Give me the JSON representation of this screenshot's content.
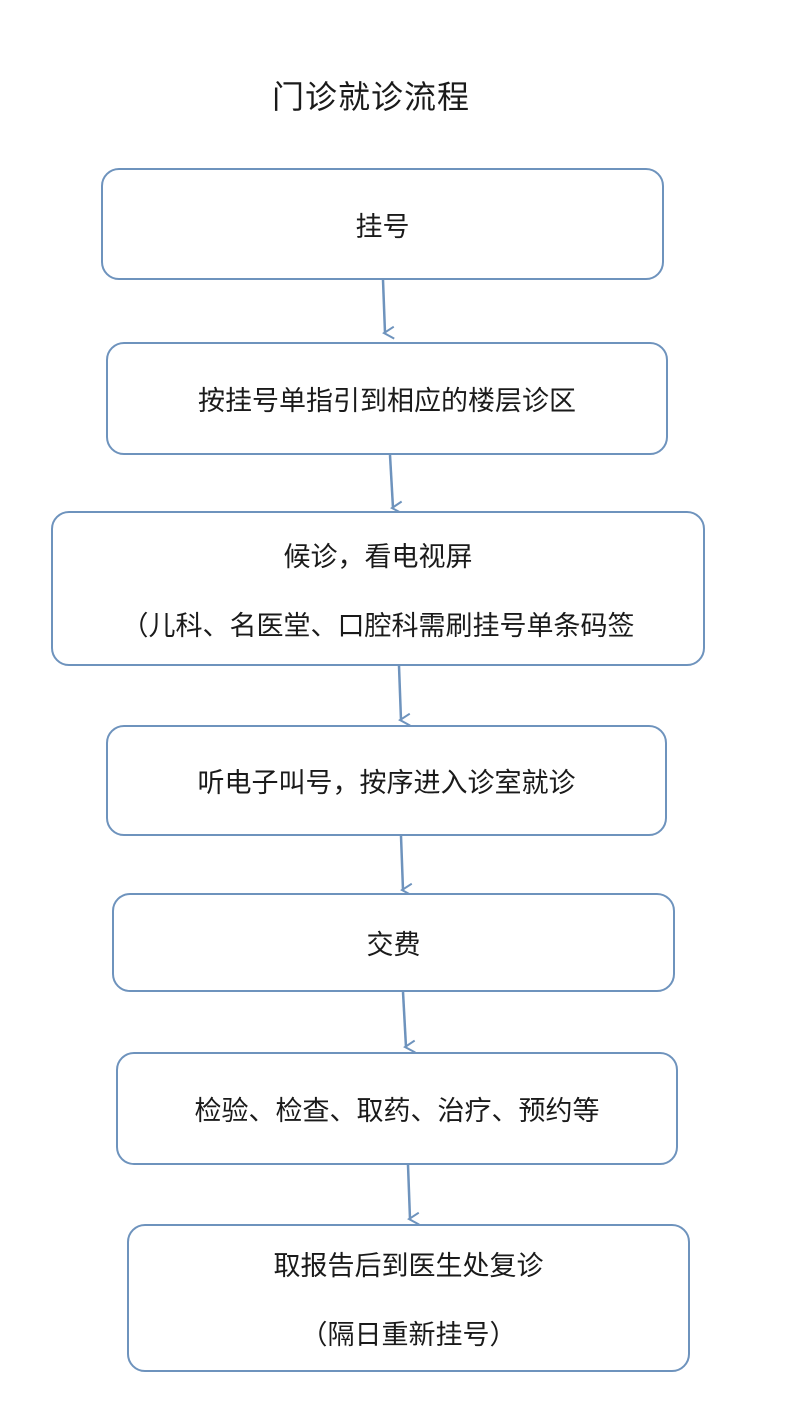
{
  "title": "门诊就诊流程",
  "steps": [
    {
      "lines": [
        "挂号"
      ]
    },
    {
      "lines": [
        "按挂号单指引到相应的楼层诊区"
      ]
    },
    {
      "lines": [
        "候诊，看电视屏",
        "（儿科、名医堂、口腔科需刷挂号单条码签"
      ]
    },
    {
      "lines": [
        "听电子叫号，按序进入诊室就诊"
      ]
    },
    {
      "lines": [
        "交费"
      ]
    },
    {
      "lines": [
        "检验、检查、取药、治疗、预约等"
      ]
    },
    {
      "lines": [
        "取报告后到医生处复诊",
        "（隔日重新挂号）"
      ]
    }
  ],
  "colors": {
    "border": "#6e93bd",
    "arrow": "#6e93bd"
  }
}
